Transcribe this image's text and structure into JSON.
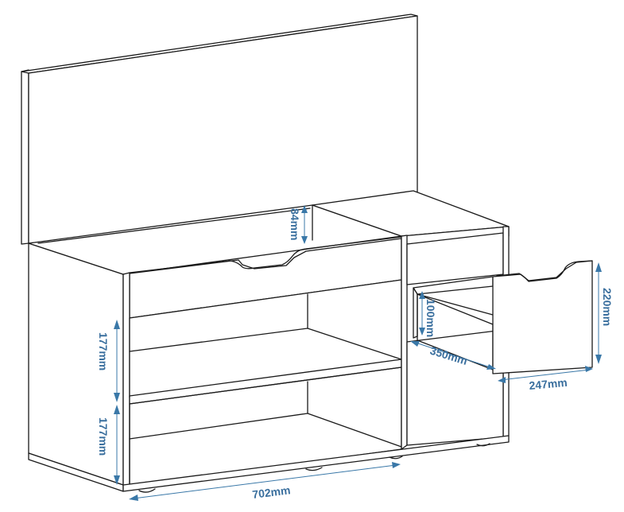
{
  "diagram": {
    "subject": "Shoe storage bench with lift-up backrest panel, open shelves and side drawer",
    "line_color": "#1a1a1a",
    "dimension_color": "#3a78a8",
    "dimensions": {
      "top_compartment_depth": "84mm",
      "drawer_inner_height": "100mm",
      "drawer_depth": "350mm",
      "drawer_front_height": "220mm",
      "drawer_front_width": "247mm",
      "upper_shelf_height": "177mm",
      "lower_shelf_height": "177mm",
      "total_width": "702mm"
    }
  }
}
